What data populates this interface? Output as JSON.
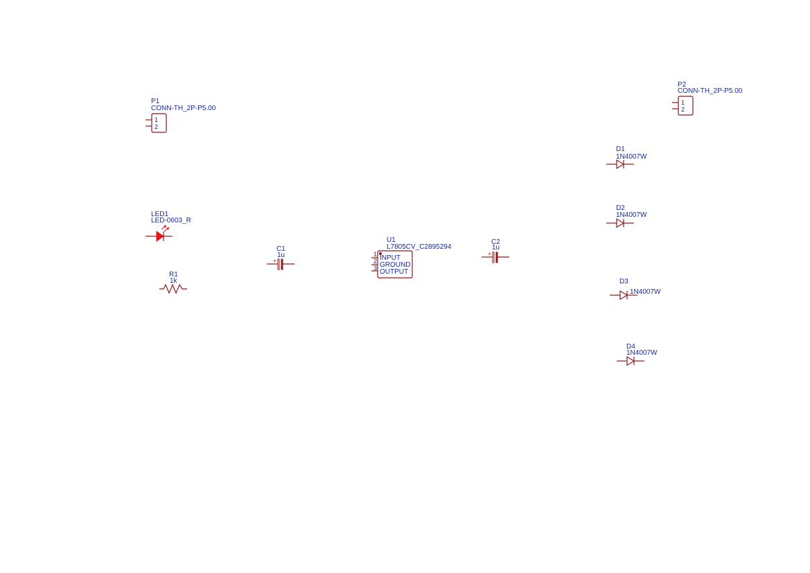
{
  "colors": {
    "component": "#8b1a1a",
    "text": "#1a2a9a",
    "led_fill": "#e41515",
    "background": "#ffffff"
  },
  "components": {
    "p1": {
      "ref": "P1",
      "value": "CONN-TH_2P-P5.00",
      "pin1": "1",
      "pin2": "2"
    },
    "p2": {
      "ref": "P2",
      "value": "CONN-TH_2P-P5.00",
      "pin1": "1",
      "pin2": "2"
    },
    "led1": {
      "ref": "LED1",
      "value": "LED-0603_R"
    },
    "r1": {
      "ref": "R1",
      "value": "1k"
    },
    "c1": {
      "ref": "C1",
      "value": "1u"
    },
    "c2": {
      "ref": "C2",
      "value": "1u"
    },
    "u1": {
      "ref": "U1",
      "value": "L7805CV_C2895294",
      "pin1": "1",
      "pin2": "2",
      "pin3": "3",
      "pin1_name": "INPUT",
      "pin2_name": "GROUND",
      "pin3_name": "OUTPUT"
    },
    "d1": {
      "ref": "D1",
      "value": "1N4007W"
    },
    "d2": {
      "ref": "D2",
      "value": "1N4007W"
    },
    "d3": {
      "ref": "D3",
      "value": "1N4007W"
    },
    "d4": {
      "ref": "D4",
      "value": "1N4007W"
    }
  }
}
